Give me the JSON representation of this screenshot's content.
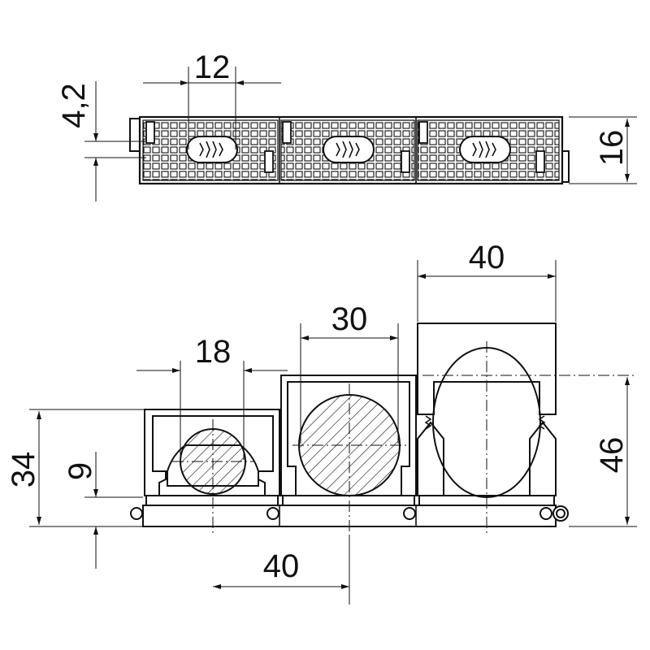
{
  "drawing": {
    "colors": {
      "line": "#111111",
      "background": "#ffffff"
    },
    "top_view": {
      "dimensions": {
        "slot_pitch": "12",
        "offset": "4,2",
        "height": "16"
      },
      "modules": 3
    },
    "front_view": {
      "dimensions": {
        "clamp_small": "18",
        "clamp_medium": "30",
        "clamp_large": "40",
        "pitch": "40",
        "height_left": "34",
        "base_height": "9",
        "height_right": "46"
      }
    }
  }
}
